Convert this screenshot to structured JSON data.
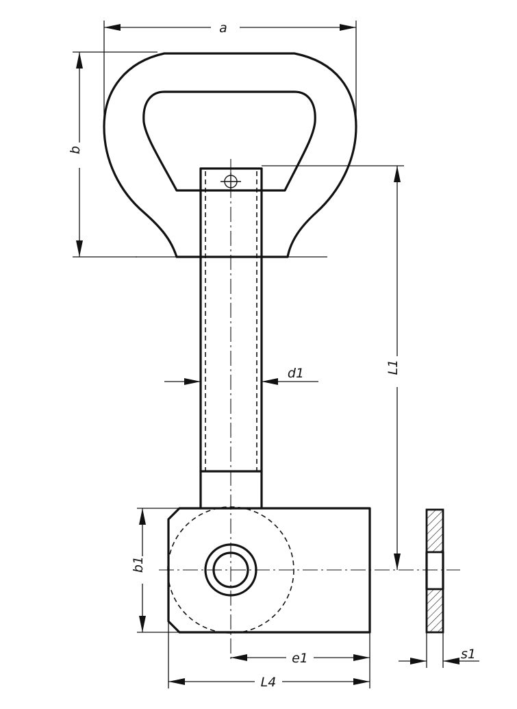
{
  "dimensions": {
    "a": "a",
    "b": "b",
    "L1": "L1",
    "d1": "d1",
    "b1": "b1",
    "e1": "e1",
    "L4": "L4",
    "s1": "s1"
  }
}
